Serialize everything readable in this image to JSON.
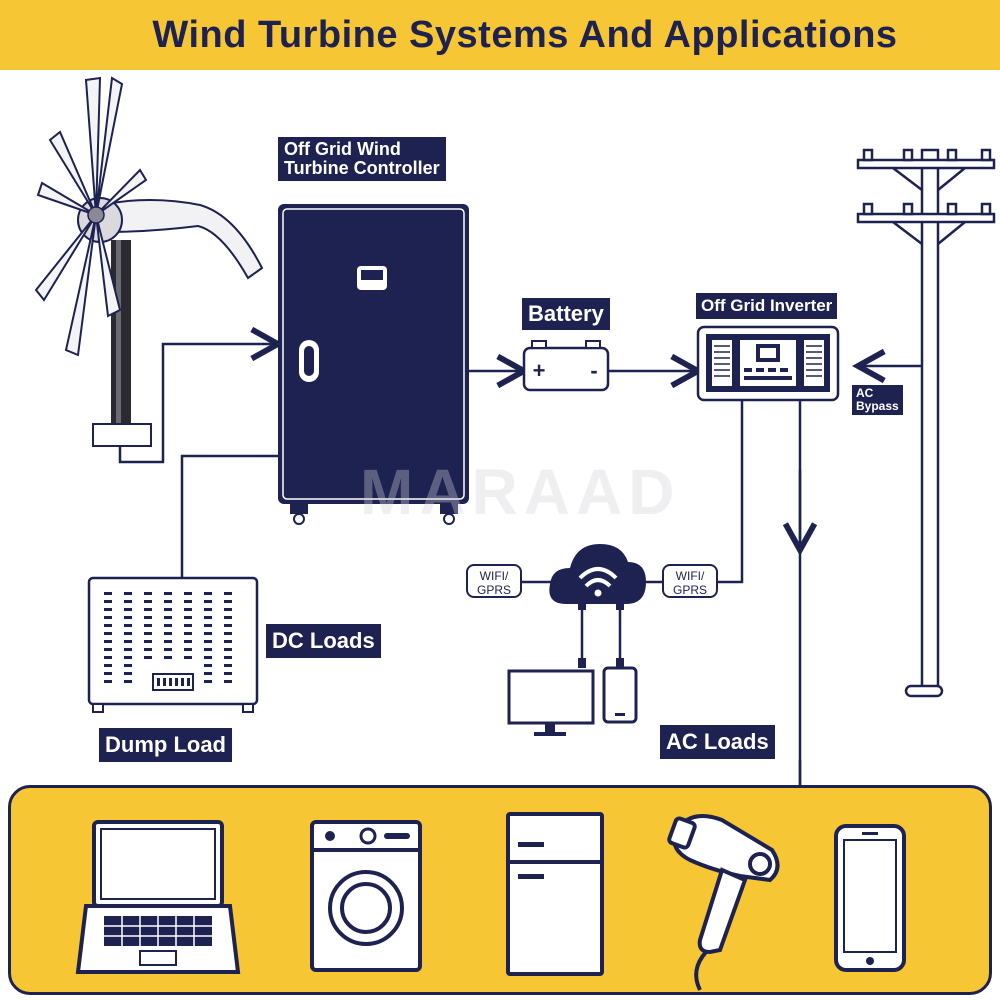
{
  "header": {
    "title": "Wind Turbine Systems And Applications"
  },
  "labels": {
    "controller_line1": "Off Grid Wind",
    "controller_line2": "Turbine Controller",
    "battery": "Battery",
    "inverter": "Off Grid Inverter",
    "bypass_line1": "AC",
    "bypass_line2": "Bypass",
    "dc_loads": "DC Loads",
    "dump_load": "Dump Load",
    "ac_loads": "AC Loads"
  },
  "battery_terminals": {
    "plus": "+",
    "minus": "-"
  },
  "wifi": {
    "line1": "WIFI/",
    "line2": "GPRS"
  },
  "watermark": "MARAAD",
  "colors": {
    "navy": "#1e2251",
    "yellow": "#f7c634",
    "white": "#ffffff"
  },
  "appliances": [
    {
      "name": "laptop",
      "icon": "laptop-icon"
    },
    {
      "name": "washing-machine",
      "icon": "washing-machine-icon"
    },
    {
      "name": "refrigerator",
      "icon": "refrigerator-icon"
    },
    {
      "name": "hair-dryer",
      "icon": "hair-dryer-icon"
    },
    {
      "name": "smartphone",
      "icon": "smartphone-icon"
    }
  ]
}
